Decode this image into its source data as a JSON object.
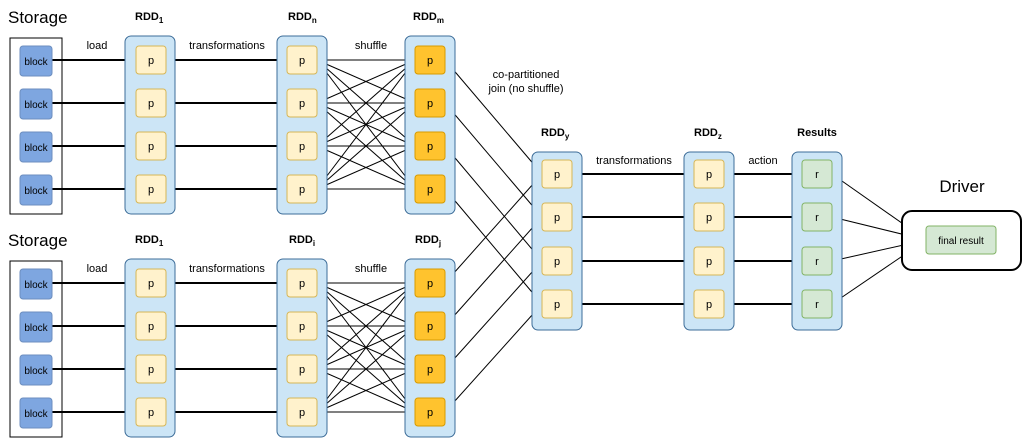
{
  "colors": {
    "block_fill": "#7ea6e0",
    "rdd_fill": "#cce5f6",
    "partition_fill": "#fff2cc",
    "shuffled_partition_fill": "#ffc32e",
    "result_fill": "#d5e8d4"
  },
  "pipelines": [
    {
      "storage_title": "Storage",
      "blocks": [
        "block",
        "block",
        "block",
        "block"
      ],
      "load_label": "load",
      "rdd_a": {
        "name": "RDD",
        "sub": "1",
        "partitions": [
          "p",
          "p",
          "p",
          "p"
        ]
      },
      "transform_label": "transformations",
      "rdd_b": {
        "name": "RDD",
        "sub": "n",
        "partitions": [
          "p",
          "p",
          "p",
          "p"
        ]
      },
      "shuffle_label": "shuffle",
      "rdd_c": {
        "name": "RDD",
        "sub": "m",
        "partitions": [
          "p",
          "p",
          "p",
          "p"
        ]
      }
    },
    {
      "storage_title": "Storage",
      "blocks": [
        "block",
        "block",
        "block",
        "block"
      ],
      "load_label": "load",
      "rdd_a": {
        "name": "RDD",
        "sub": "1",
        "partitions": [
          "p",
          "p",
          "p",
          "p"
        ]
      },
      "transform_label": "transformations",
      "rdd_b": {
        "name": "RDD",
        "sub": "i",
        "partitions": [
          "p",
          "p",
          "p",
          "p"
        ]
      },
      "shuffle_label": "shuffle",
      "rdd_c": {
        "name": "RDD",
        "sub": "j",
        "partitions": [
          "p",
          "p",
          "p",
          "p"
        ]
      }
    }
  ],
  "join_label_line1": "co-partitioned",
  "join_label_line2": "join (no shuffle)",
  "rdd_y": {
    "name": "RDD",
    "sub": "y",
    "partitions": [
      "p",
      "p",
      "p",
      "p"
    ]
  },
  "transform_label_2": "transformations",
  "rdd_z": {
    "name": "RDD",
    "sub": "z",
    "partitions": [
      "p",
      "p",
      "p",
      "p"
    ]
  },
  "action_label": "action",
  "results": {
    "title": "Results",
    "items": [
      "r",
      "r",
      "r",
      "r"
    ]
  },
  "driver": {
    "title": "Driver",
    "final_label": "final result"
  }
}
